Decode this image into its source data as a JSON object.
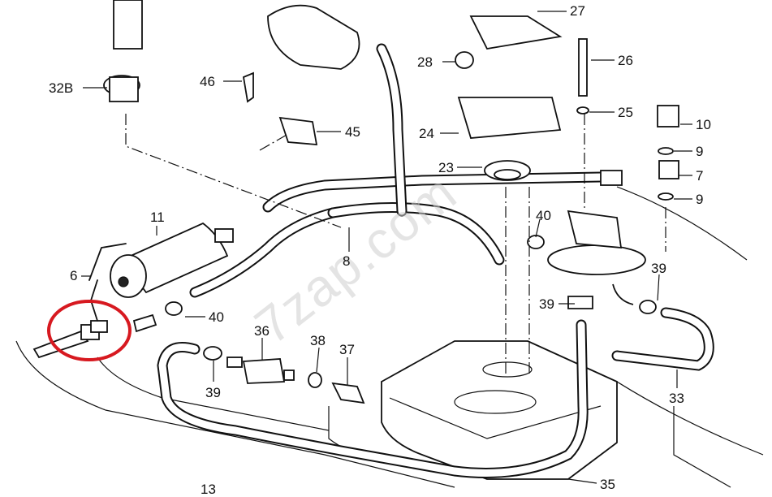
{
  "labels": [
    {
      "id": "27",
      "text": "27"
    },
    {
      "id": "28",
      "text": "28"
    },
    {
      "id": "26",
      "text": "26"
    },
    {
      "id": "46",
      "text": "46"
    },
    {
      "id": "32b",
      "text": "32B"
    },
    {
      "id": "25",
      "text": "25"
    },
    {
      "id": "45",
      "text": "45"
    },
    {
      "id": "24",
      "text": "24"
    },
    {
      "id": "10",
      "text": "10"
    },
    {
      "id": "9a",
      "text": "9"
    },
    {
      "id": "23",
      "text": "23"
    },
    {
      "id": "7",
      "text": "7"
    },
    {
      "id": "9b",
      "text": "9"
    },
    {
      "id": "11",
      "text": "11"
    },
    {
      "id": "40a",
      "text": "40"
    },
    {
      "id": "8",
      "text": "8"
    },
    {
      "id": "6",
      "text": "6"
    },
    {
      "id": "39a",
      "text": "39"
    },
    {
      "id": "39b",
      "text": "39"
    },
    {
      "id": "40b",
      "text": "40"
    },
    {
      "id": "36",
      "text": "36"
    },
    {
      "id": "38",
      "text": "38"
    },
    {
      "id": "37",
      "text": "37"
    },
    {
      "id": "39c",
      "text": "39"
    },
    {
      "id": "33",
      "text": "33"
    },
    {
      "id": "35",
      "text": "35"
    },
    {
      "id": "13",
      "text": "13"
    }
  ],
  "watermark": "7zap.com",
  "highlight_color": "#d71920"
}
